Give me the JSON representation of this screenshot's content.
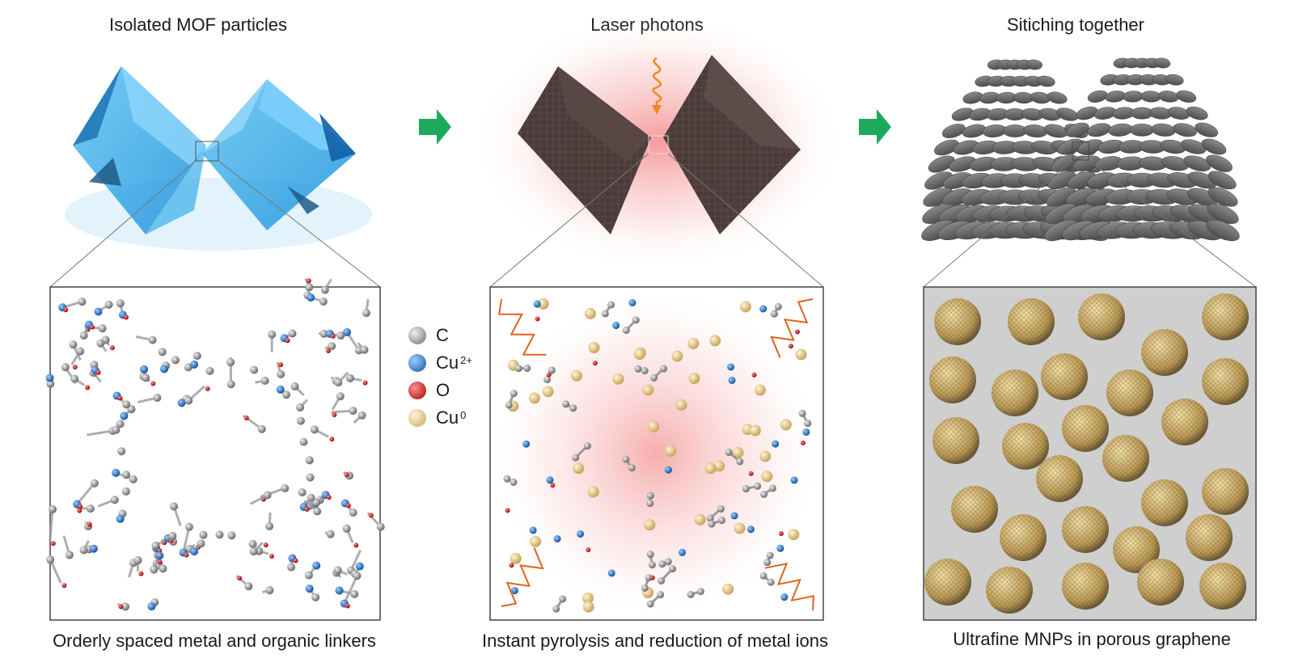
{
  "panels": [
    {
      "title": "Isolated MOF particles",
      "caption": "Orderly spaced metal and organic linkers"
    },
    {
      "title": "Laser photons",
      "caption": "Instant pyrolysis and reduction of metal ions"
    },
    {
      "title": "Sitiching together",
      "caption": "Ultrafine MNPs in porous graphene"
    }
  ],
  "legend": [
    {
      "symbol": "C",
      "charge": "",
      "color": "#8c8c8c"
    },
    {
      "symbol": "Cu",
      "charge": "2+",
      "color": "#1f6fc6"
    },
    {
      "symbol": "O",
      "charge": "",
      "color": "#cc1010"
    },
    {
      "symbol": "Cu",
      "charge": "0",
      "color": "#e0c070"
    }
  ],
  "colors": {
    "mof_crystal": "#2aa7ea",
    "carbonized_crystal": "#4a3a38",
    "laser_glow": "#f27a7a",
    "photon_wave": "#f08a1a",
    "arrow": "#1cab5c",
    "graphene_bg": "#cfcfcf",
    "nanoparticle": "#c8a85a"
  }
}
